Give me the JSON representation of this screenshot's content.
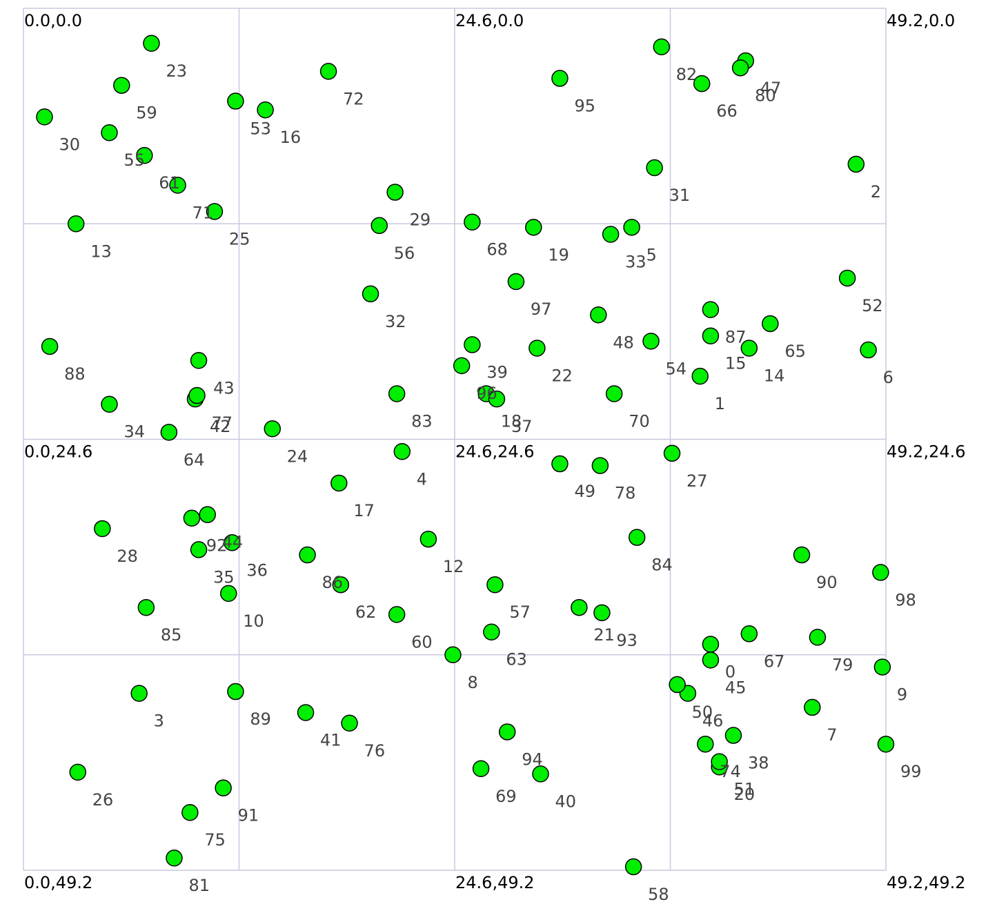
{
  "colors": {
    "point_fill": "#00ee00",
    "grid": "#c8c8e0",
    "background": "#ffffff"
  },
  "chart_data": {
    "type": "scatter",
    "xlim": [
      0,
      49.2
    ],
    "ylim": [
      0,
      49.2
    ],
    "y_axis_inverted": true,
    "grid": true,
    "grid_divisions": 4,
    "corner_labels": [
      {
        "x": 0,
        "y": 0,
        "text": "0.0,0.0"
      },
      {
        "x": 24.6,
        "y": 0,
        "text": "24.6,0.0"
      },
      {
        "x": 49.2,
        "y": 0,
        "text": "49.2,0.0"
      },
      {
        "x": 0,
        "y": 24.6,
        "text": "0.0,24.6"
      },
      {
        "x": 24.6,
        "y": 24.6,
        "text": "24.6,24.6"
      },
      {
        "x": 49.2,
        "y": 24.6,
        "text": "49.2,24.6"
      },
      {
        "x": 0,
        "y": 49.2,
        "text": "0.0,49.2"
      },
      {
        "x": 24.6,
        "y": 49.2,
        "text": "24.6,49.2"
      },
      {
        "x": 49.2,
        "y": 49.2,
        "text": "49.2,49.2"
      }
    ],
    "points": [
      {
        "id": "0",
        "x": 39.2,
        "y": 36.3
      },
      {
        "id": "1",
        "x": 38.6,
        "y": 21.0
      },
      {
        "id": "2",
        "x": 47.5,
        "y": 8.9
      },
      {
        "id": "3",
        "x": 6.6,
        "y": 39.1
      },
      {
        "id": "4",
        "x": 21.6,
        "y": 25.3
      },
      {
        "id": "5",
        "x": 34.7,
        "y": 12.5
      },
      {
        "id": "6",
        "x": 48.2,
        "y": 19.5
      },
      {
        "id": "7",
        "x": 45.0,
        "y": 39.9
      },
      {
        "id": "8",
        "x": 24.5,
        "y": 36.9
      },
      {
        "id": "9",
        "x": 49.0,
        "y": 37.6
      },
      {
        "id": "10",
        "x": 11.7,
        "y": 33.4
      },
      {
        "id": "12",
        "x": 23.1,
        "y": 30.3
      },
      {
        "id": "13",
        "x": 3.0,
        "y": 12.3
      },
      {
        "id": "14",
        "x": 41.4,
        "y": 19.4
      },
      {
        "id": "15",
        "x": 39.2,
        "y": 18.7
      },
      {
        "id": "16",
        "x": 13.8,
        "y": 5.8
      },
      {
        "id": "17",
        "x": 18.0,
        "y": 27.1
      },
      {
        "id": "18",
        "x": 26.4,
        "y": 22.0
      },
      {
        "id": "19",
        "x": 29.1,
        "y": 12.5
      },
      {
        "id": "20",
        "x": 39.7,
        "y": 43.3
      },
      {
        "id": "21",
        "x": 31.7,
        "y": 34.2
      },
      {
        "id": "22",
        "x": 29.3,
        "y": 19.4
      },
      {
        "id": "23",
        "x": 7.3,
        "y": 2.0
      },
      {
        "id": "24",
        "x": 14.2,
        "y": 24.0
      },
      {
        "id": "25",
        "x": 10.9,
        "y": 11.6
      },
      {
        "id": "26",
        "x": 3.1,
        "y": 43.6
      },
      {
        "id": "27",
        "x": 37.0,
        "y": 25.4
      },
      {
        "id": "28",
        "x": 4.5,
        "y": 29.7
      },
      {
        "id": "29",
        "x": 21.2,
        "y": 10.5
      },
      {
        "id": "30",
        "x": 1.2,
        "y": 6.2
      },
      {
        "id": "31",
        "x": 36.0,
        "y": 9.1
      },
      {
        "id": "32",
        "x": 19.8,
        "y": 16.3
      },
      {
        "id": "33",
        "x": 33.5,
        "y": 12.9
      },
      {
        "id": "34",
        "x": 4.9,
        "y": 22.6
      },
      {
        "id": "35",
        "x": 10.0,
        "y": 30.9
      },
      {
        "id": "36",
        "x": 11.9,
        "y": 30.5
      },
      {
        "id": "37",
        "x": 27.0,
        "y": 22.3
      },
      {
        "id": "38",
        "x": 40.5,
        "y": 41.5
      },
      {
        "id": "39",
        "x": 25.6,
        "y": 19.2
      },
      {
        "id": "40",
        "x": 29.5,
        "y": 43.7
      },
      {
        "id": "41",
        "x": 16.1,
        "y": 40.2
      },
      {
        "id": "42",
        "x": 9.8,
        "y": 22.3
      },
      {
        "id": "43",
        "x": 10.0,
        "y": 20.1
      },
      {
        "id": "44",
        "x": 10.5,
        "y": 28.9
      },
      {
        "id": "45",
        "x": 39.2,
        "y": 37.2
      },
      {
        "id": "46",
        "x": 37.9,
        "y": 39.1
      },
      {
        "id": "47",
        "x": 41.2,
        "y": 3.0
      },
      {
        "id": "48",
        "x": 32.8,
        "y": 17.5
      },
      {
        "id": "49",
        "x": 30.6,
        "y": 26.0
      },
      {
        "id": "50",
        "x": 37.3,
        "y": 38.6
      },
      {
        "id": "51",
        "x": 39.7,
        "y": 43.0
      },
      {
        "id": "52",
        "x": 47.0,
        "y": 15.4
      },
      {
        "id": "53",
        "x": 12.1,
        "y": 5.3
      },
      {
        "id": "54",
        "x": 35.8,
        "y": 19.0
      },
      {
        "id": "55",
        "x": 4.9,
        "y": 7.1
      },
      {
        "id": "56",
        "x": 20.3,
        "y": 12.4
      },
      {
        "id": "57",
        "x": 26.9,
        "y": 32.9
      },
      {
        "id": "58",
        "x": 34.8,
        "y": 49.0
      },
      {
        "id": "59",
        "x": 5.6,
        "y": 4.4
      },
      {
        "id": "60",
        "x": 21.3,
        "y": 34.6
      },
      {
        "id": "61",
        "x": 6.9,
        "y": 8.4
      },
      {
        "id": "62",
        "x": 18.1,
        "y": 32.9
      },
      {
        "id": "63",
        "x": 26.7,
        "y": 35.6
      },
      {
        "id": "64",
        "x": 8.3,
        "y": 24.2
      },
      {
        "id": "65",
        "x": 42.6,
        "y": 18.0
      },
      {
        "id": "66",
        "x": 38.7,
        "y": 4.3
      },
      {
        "id": "67",
        "x": 41.4,
        "y": 35.7
      },
      {
        "id": "68",
        "x": 25.6,
        "y": 12.2
      },
      {
        "id": "69",
        "x": 26.1,
        "y": 43.4
      },
      {
        "id": "70",
        "x": 33.7,
        "y": 22.0
      },
      {
        "id": "71",
        "x": 8.8,
        "y": 10.1
      },
      {
        "id": "72",
        "x": 17.4,
        "y": 3.6
      },
      {
        "id": "74",
        "x": 38.9,
        "y": 42.0
      },
      {
        "id": "75",
        "x": 9.5,
        "y": 45.9
      },
      {
        "id": "76",
        "x": 18.6,
        "y": 40.8
      },
      {
        "id": "77",
        "x": 9.9,
        "y": 22.1
      },
      {
        "id": "78",
        "x": 32.9,
        "y": 26.1
      },
      {
        "id": "79",
        "x": 45.3,
        "y": 35.9
      },
      {
        "id": "80",
        "x": 40.9,
        "y": 3.4
      },
      {
        "id": "81",
        "x": 8.6,
        "y": 48.5
      },
      {
        "id": "82",
        "x": 36.4,
        "y": 2.2
      },
      {
        "id": "83",
        "x": 21.3,
        "y": 22.0
      },
      {
        "id": "84",
        "x": 35.0,
        "y": 30.2
      },
      {
        "id": "85",
        "x": 7.0,
        "y": 34.2
      },
      {
        "id": "86",
        "x": 16.2,
        "y": 31.2
      },
      {
        "id": "87",
        "x": 39.2,
        "y": 17.2
      },
      {
        "id": "88",
        "x": 1.5,
        "y": 19.3
      },
      {
        "id": "89",
        "x": 12.1,
        "y": 39.0
      },
      {
        "id": "90",
        "x": 44.4,
        "y": 31.2
      },
      {
        "id": "91",
        "x": 11.4,
        "y": 44.5
      },
      {
        "id": "92",
        "x": 9.6,
        "y": 29.1
      },
      {
        "id": "93",
        "x": 33.0,
        "y": 34.5
      },
      {
        "id": "94",
        "x": 27.6,
        "y": 41.3
      },
      {
        "id": "95",
        "x": 30.6,
        "y": 4.0
      },
      {
        "id": "96",
        "x": 25.0,
        "y": 20.4
      },
      {
        "id": "97",
        "x": 28.1,
        "y": 15.6
      },
      {
        "id": "98",
        "x": 48.9,
        "y": 32.2
      },
      {
        "id": "99",
        "x": 49.2,
        "y": 42.0
      }
    ]
  }
}
